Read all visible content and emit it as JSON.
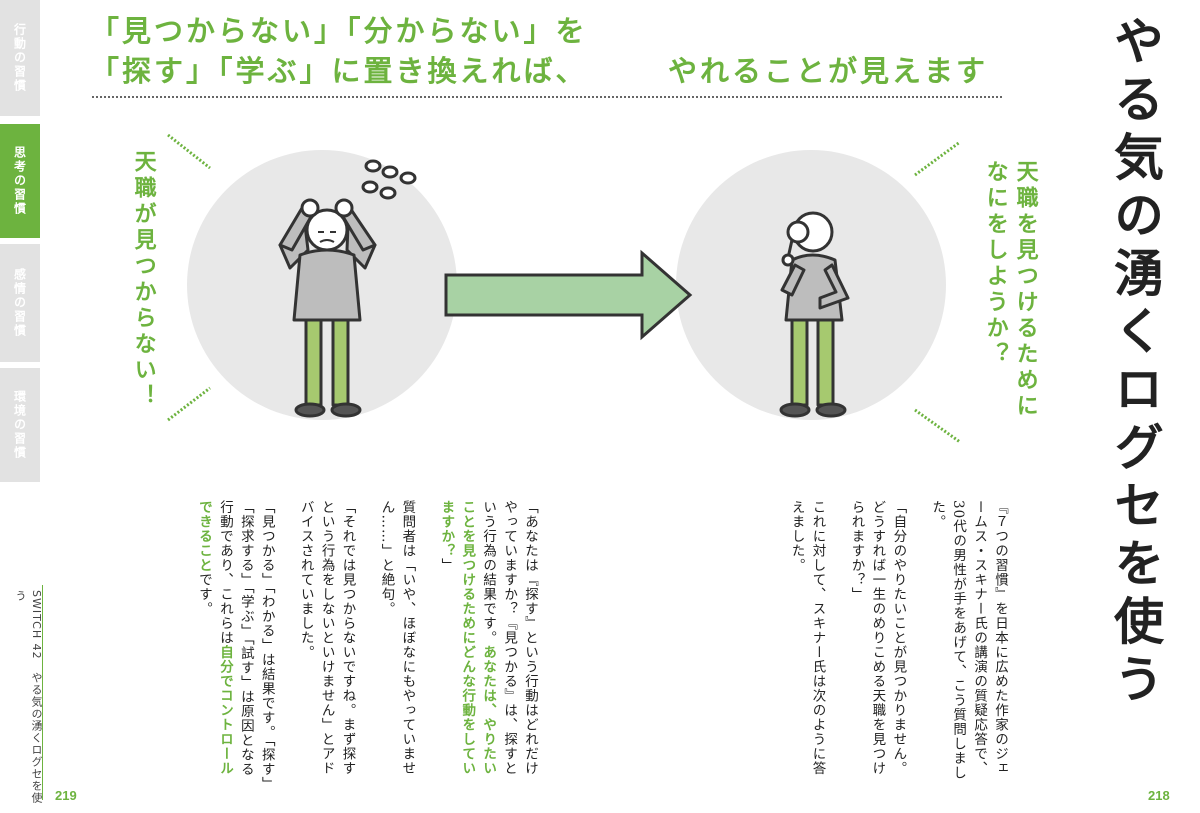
{
  "sidebar": {
    "tabs": [
      {
        "label": "行動の習慣",
        "active": false
      },
      {
        "label": "思考の習慣",
        "active": true
      },
      {
        "label": "感情の習慣",
        "active": false
      },
      {
        "label": "環境の習慣",
        "active": false
      }
    ],
    "switch_label": "SWITCH 42　やる気の湧くログセを使う"
  },
  "headline": {
    "line1": "「見つからない」「分からない」を",
    "line2a": "「探す」「学ぶ」に置き換えれば、",
    "line2b": "やれることが見えます"
  },
  "title": "やる気の湧くログセを使う",
  "illustration": {
    "left_callout": "天職が見つからない！",
    "right_callout_line1": "天職を見つけるために",
    "right_callout_line2": "なにをしようか？"
  },
  "body": {
    "right_page": [
      "『７つの習慣』を日本に広めた作家のジェームス・スキナー氏の講演の質疑応答で、30代の男性が手をあげて、こう質問しました。",
      "「自分のやりたいことが見つかりません。どうすれば一生のめりこめる天職を見つけられますか？」",
      "これに対して、スキナー氏は次のように答えました。"
    ],
    "left_page": {
      "p1_plain": "「あなたは『探す』という行動はどれだけやっていますか？『見つかる』は、探すという行為の結果です。",
      "p1_em": "あなたは、やりたいことを見つけるためにどんな行動をしていますか？",
      "p1_end": "」",
      "p2": "質問者は「いや、ほぼなにもやっていません……」と絶句。",
      "p3": "「それでは見つからないですね。まず探すという行為をしないといけません」とアドバイスされていました。",
      "p4_plain": "「見つかる」「わかる」は結果です。「探す」「探求する」「学ぶ」「試す」は原因となる行動であり、これらは",
      "p4_em": "自分でコントロールできること",
      "p4_end": "です。"
    }
  },
  "page_numbers": {
    "left": "219",
    "right": "218"
  },
  "colors": {
    "accent": "#6db33f",
    "arrow_fill": "#a8d2a4",
    "pants": "#a6c96f",
    "circle": "#e8e8e8",
    "shirt": "#bdbdbd"
  }
}
